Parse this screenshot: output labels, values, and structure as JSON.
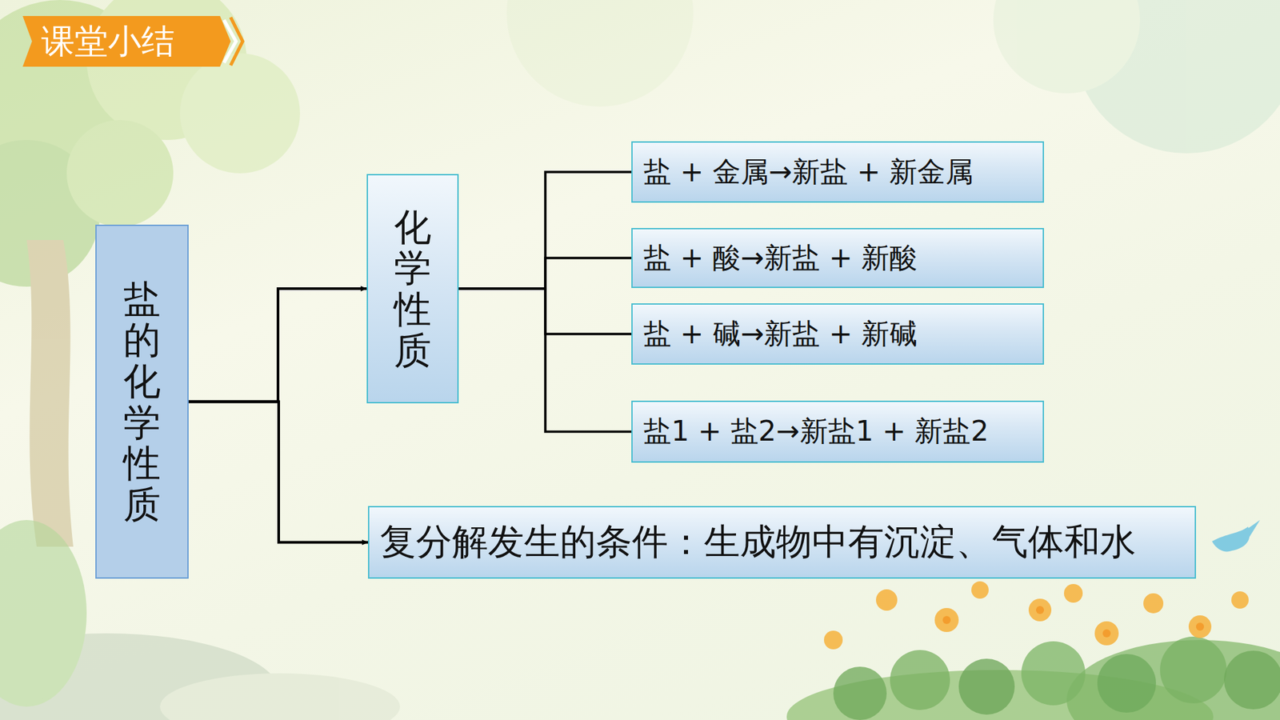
{
  "diagram": {
    "title": "课堂小结",
    "nodes": [
      {
        "text": [
          "盐的化学性质"
        ]
      },
      {
        "text": [
          "化学性质"
        ]
      },
      {
        "text": [
          "盐 + 金属→新盐 + 新金属"
        ]
      },
      {
        "text": [
          "盐 + 酸→新盐 + 新酸"
        ]
      },
      {
        "text": [
          "盐 + 碱→新盐 + 新碱"
        ]
      },
      {
        "text": [
          "盐1 + 盐2→新盐1 + 新盐2"
        ]
      },
      {
        "text": [
          "复分解发生的条件：生成物中有沉淀、气体和水"
        ]
      }
    ],
    "edges": [
      {
        "from": 0,
        "to": 1,
        "arrow": "to"
      },
      {
        "from": 0,
        "to": 6,
        "arrow": "to"
      },
      {
        "from": 1,
        "to": 2,
        "arrow": "none"
      },
      {
        "from": 1,
        "to": 3,
        "arrow": "none"
      },
      {
        "from": 1,
        "to": 4,
        "arrow": "none"
      },
      {
        "from": 1,
        "to": 5,
        "arrow": "none"
      }
    ]
  }
}
